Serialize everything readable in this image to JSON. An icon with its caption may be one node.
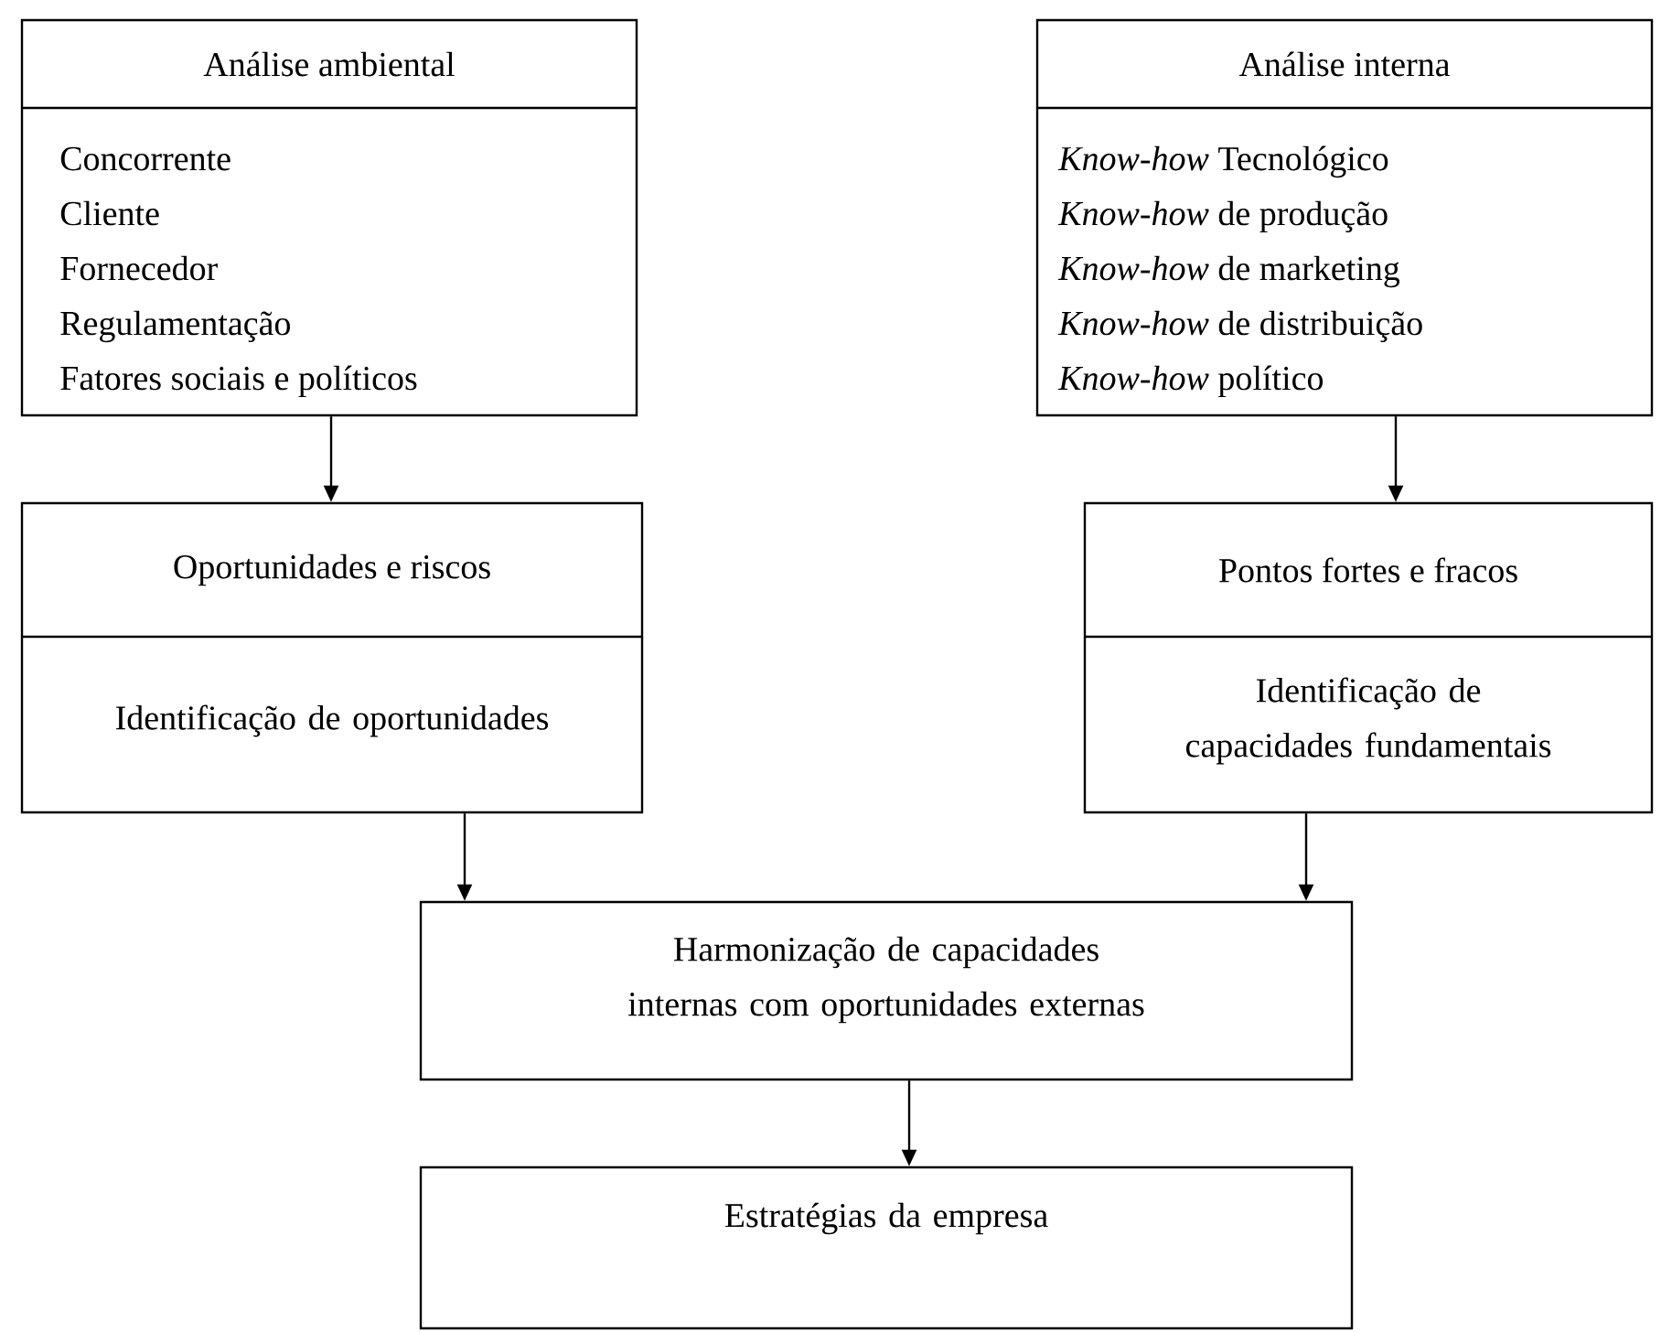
{
  "diagram": {
    "nodes": [
      {
        "text": [
          "Análise ambiental",
          "Concorrente",
          "Cliente",
          "Fornecedor",
          "Regulamentação",
          "Fatores sociais e políticos"
        ]
      },
      {
        "text": [
          "Análise interna",
          "*Know-how* Tecnológico",
          "*Know-how* de produção",
          "*Know-how* de marketing",
          "*Know-how* de distribuição",
          "*Know-how* político"
        ]
      },
      {
        "text": [
          "Oportunidades e riscos",
          "Identificação de oportunidades"
        ]
      },
      {
        "text": [
          "Pontos fortes e fracos",
          "Identificação de capacidades fundamentais"
        ]
      },
      {
        "text": [
          "Harmonização de capacidades internas com oportunidades externas"
        ]
      },
      {
        "text": [
          "Estratégias da empresa"
        ]
      }
    ],
    "edges": [
      {
        "from": 0,
        "to": 2,
        "arrow": "to"
      },
      {
        "from": 1,
        "to": 3,
        "arrow": "to"
      },
      {
        "from": 2,
        "to": 4,
        "arrow": "to"
      },
      {
        "from": 3,
        "to": 4,
        "arrow": "to"
      },
      {
        "from": 4,
        "to": 5,
        "arrow": "to"
      }
    ]
  }
}
